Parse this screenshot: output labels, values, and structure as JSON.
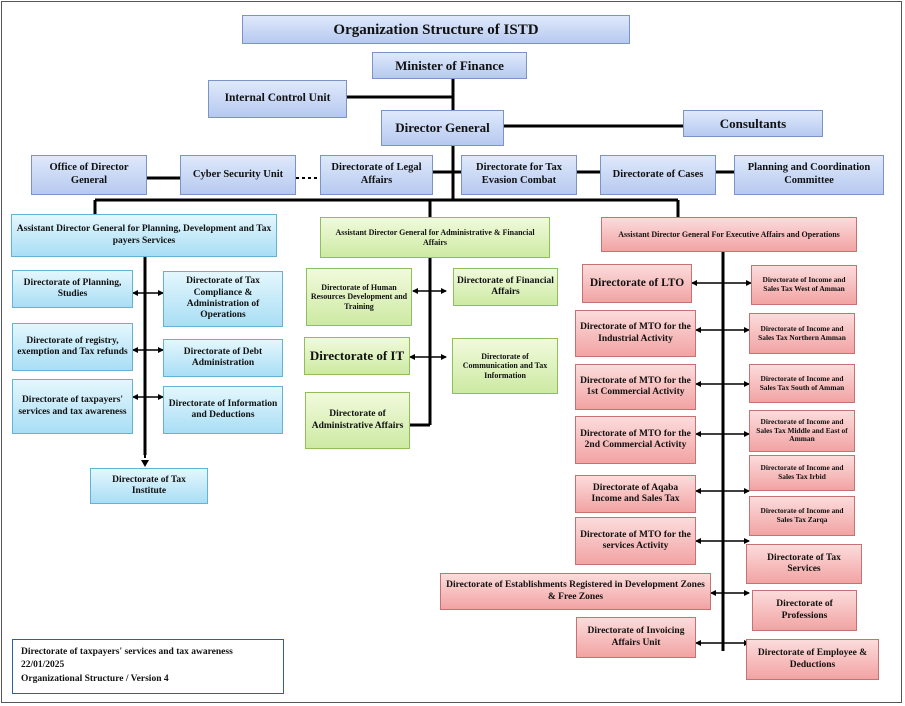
{
  "title": "Organization Structure of ISTD",
  "top": {
    "minister": "Minister of Finance",
    "internal_control": "Internal Control Unit",
    "director_general": "Director General",
    "consultants": "Consultants"
  },
  "dg_row": {
    "office_dg": "Office of Director General",
    "cyber": "Cyber Security Unit",
    "legal": "Directorate of Legal Affairs",
    "tax_evasion": "Directorate for Tax Evasion Combat",
    "cases": "Directorate of Cases",
    "planning_committee": "Planning and Coordination Committee"
  },
  "planning_branch": {
    "head": "Assistant Director General for Planning, Development and Tax payers Services",
    "planning_studies": "Directorate of Planning, Studies",
    "tax_compliance": "Directorate of Tax Compliance & Administration of Operations",
    "registry": "Directorate of registry, exemption and Tax refunds",
    "debt": "Directorate of Debt Administration",
    "taxpayers": "Directorate of taxpayers' services and tax awareness",
    "information": "Directorate of Information and Deductions",
    "institute": "Directorate of Tax Institute"
  },
  "admin_branch": {
    "head": "Assistant Director General for Administrative & Financial Affairs",
    "hr": "Directorate of Human Resources Development and Training",
    "financial": "Directorate of Financial Affairs",
    "it": "Directorate of IT",
    "communication": "Directorate of Communication and Tax Information",
    "administrative": "Directorate of Administrative Affairs"
  },
  "exec_branch": {
    "head": "Assistant Director General For Executive Affairs and Operations",
    "lto": "Directorate of LTO",
    "mto_industrial": "Directorate of MTO for the Industrial Activity",
    "mto_first": "Directorate of MTO for the 1st Commercial Activity",
    "mto_second": "Directorate of MTO for the 2nd Commercial Activity",
    "aqaba": "Directorate of Aqaba Income and Sales Tax",
    "mto_services": "Directorate of MTO for the services Activity",
    "establishments": "Directorate of Establishments Registered in Development Zones & Free Zones",
    "invoicing": "Directorate of Invoicing Affairs Unit",
    "west_amman": "Directorate of Income and Sales Tax West of Amman",
    "north_amman": "Directorate of Income and Sales Tax Northern Amman",
    "south_amman": "Directorate of Income and Sales Tax South of Amman",
    "middle_amman": "Directorate of Income and Sales Tax Middle and East of Amman",
    "irbid": "Directorate of Income and Sales Tax Irbid",
    "zarqa": "Directorate of Income and Sales Tax Zarqa",
    "tax_services": "Directorate of Tax Services",
    "professions": "Directorate of Professions",
    "employee": "Directorate of Employee & Deductions"
  },
  "footer": {
    "line1": "Directorate of taxpayers' services and tax awareness",
    "line2": "22/01/2025",
    "line3": "Organizational Structure / Version 4"
  },
  "colors": {
    "blue_box": "#c7d7f6",
    "cyan_box": "#bfe7f8",
    "green_box": "#d9f0b8",
    "red_box": "#f6b8b8"
  }
}
